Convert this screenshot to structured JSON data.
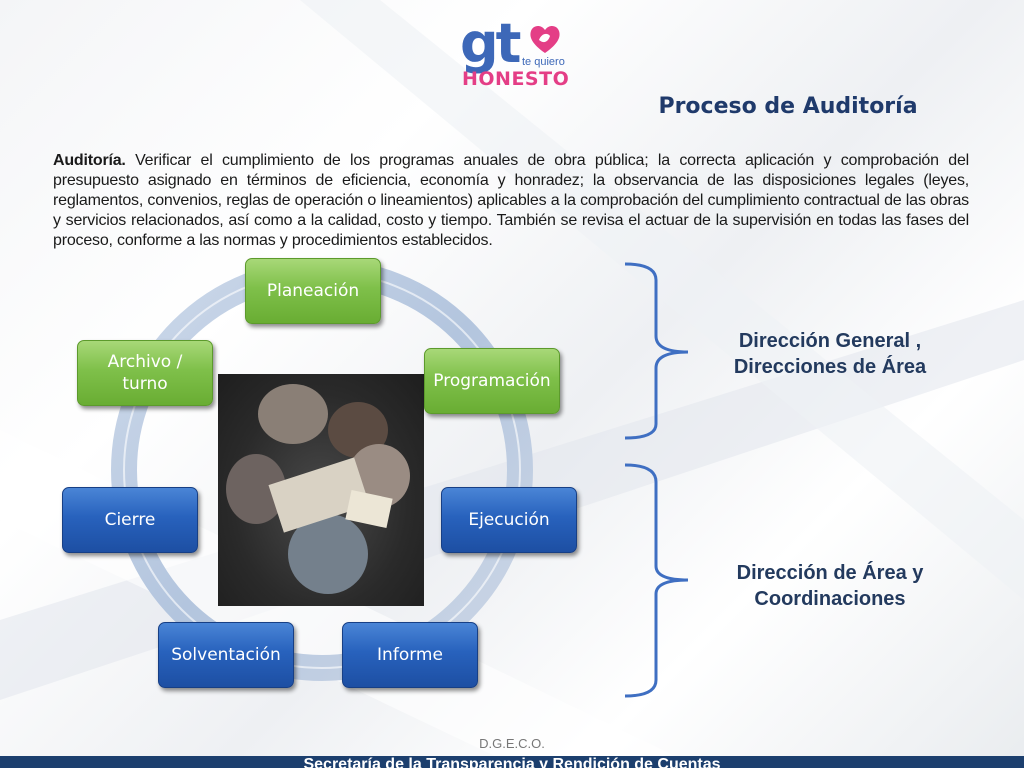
{
  "logo": {
    "brand": "gto",
    "tagline": "te quiero",
    "word": "HONESTO"
  },
  "slide": {
    "title": "Proceso de Auditoría",
    "paragraph_lead": "Auditoría.",
    "paragraph_body": " Verificar el cumplimiento de los programas anuales de obra pública; la correcta aplicación y comprobación del presupuesto asignado en términos de eficiencia, economía y honradez; la observancia de las disposiciones legales (leyes, reglamentos, convenios, reglas de operación o lineamientos) aplicables a la comprobación del cumplimiento contractual de las obras y servicios relacionados, así como a la calidad, costo y tiempo. También se revisa el actuar de la supervisión en todas las fases del proceso, conforme a las normas y procedimientos establecidos."
  },
  "cycle": {
    "steps": [
      {
        "label": "Planeación",
        "color": "green"
      },
      {
        "label": "Programación",
        "color": "green"
      },
      {
        "label": "Ejecución",
        "color": "blue"
      },
      {
        "label": "Informe",
        "color": "blue"
      },
      {
        "label": "Solventación",
        "color": "blue"
      },
      {
        "label": "Cierre",
        "color": "blue"
      },
      {
        "label": "Archivo / turno",
        "color": "green"
      }
    ]
  },
  "groups": [
    {
      "label": "Dirección General , Direcciones de Área"
    },
    {
      "label": "Dirección de Área y Coordinaciones"
    }
  ],
  "footer": {
    "code": "D.G.E.C.O.",
    "banner": "Secretaría de la Transparencia y Rendición de Cuentas"
  },
  "colors": {
    "green_box": "#7fc04a",
    "blue_box": "#2862bd",
    "title": "#1f3a6b",
    "bracket": "#3f6fc2",
    "footer_bar": "#1c3f6e",
    "logo_blue": "#3d68b8",
    "logo_pink": "#e43e86"
  }
}
